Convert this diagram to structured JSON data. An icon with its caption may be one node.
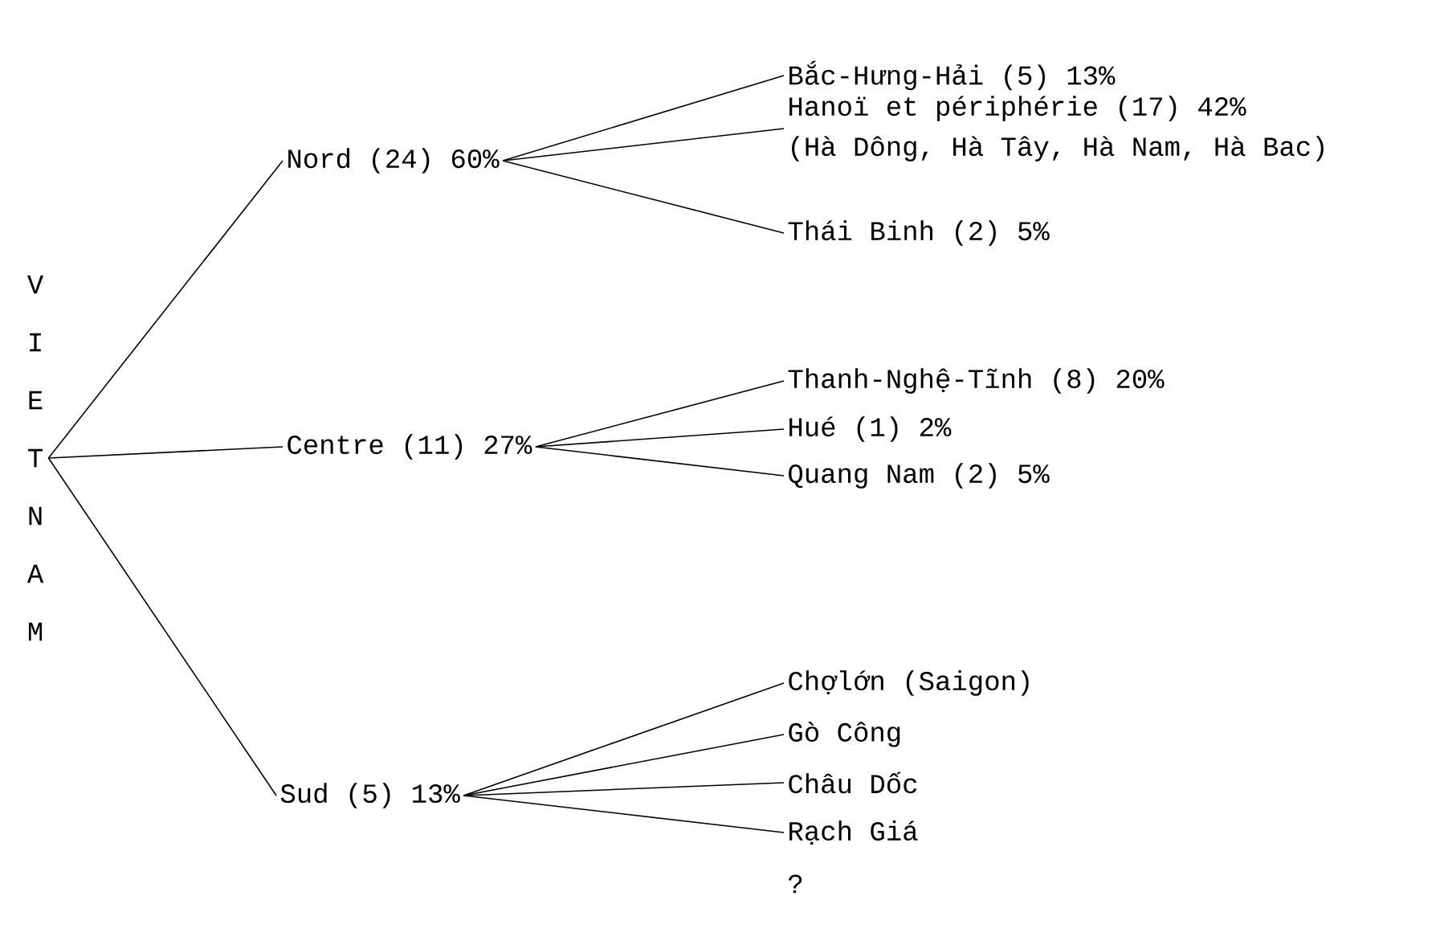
{
  "diagram": {
    "nodes": [
      {
        "text": [
          "V I E T N A M"
        ]
      },
      {
        "text": [
          "Nord (24) 60%"
        ]
      },
      {
        "text": [
          "Centre (11) 27%"
        ]
      },
      {
        "text": [
          "Sud (5) 13%"
        ]
      },
      {
        "text": [
          "Bắc-Hưng-Hải (5) 13%"
        ]
      },
      {
        "text": [
          "Hanoï et périphérie (17) 42%",
          "(Hà Dông, Hà Tây, Hà Nam, Hà Bac)"
        ]
      },
      {
        "text": [
          "Thái Binh (2) 5%"
        ]
      },
      {
        "text": [
          "Thanh-Nghệ-Tĩnh (8) 20%"
        ]
      },
      {
        "text": [
          "Hué (1) 2%"
        ]
      },
      {
        "text": [
          "Quang Nam (2) 5%"
        ]
      },
      {
        "text": [
          "Chợlớn (Saigon)"
        ]
      },
      {
        "text": [
          "Gò Công"
        ]
      },
      {
        "text": [
          "Châu Dốc"
        ]
      },
      {
        "text": [
          "Rạch Giá"
        ]
      }
    ],
    "edges": [
      {
        "from": 0,
        "to": 1,
        "arrow": "none"
      },
      {
        "from": 0,
        "to": 2,
        "arrow": "none"
      },
      {
        "from": 0,
        "to": 3,
        "arrow": "none"
      },
      {
        "from": 1,
        "to": 4,
        "arrow": "none"
      },
      {
        "from": 1,
        "to": 5,
        "arrow": "none"
      },
      {
        "from": 1,
        "to": 6,
        "arrow": "none"
      },
      {
        "from": 2,
        "to": 7,
        "arrow": "none"
      },
      {
        "from": 2,
        "to": 8,
        "arrow": "none"
      },
      {
        "from": 2,
        "to": 9,
        "arrow": "none"
      },
      {
        "from": 3,
        "to": 10,
        "arrow": "none"
      },
      {
        "from": 3,
        "to": 11,
        "arrow": "none"
      },
      {
        "from": 3,
        "to": 12,
        "arrow": "none"
      },
      {
        "from": 3,
        "to": 13,
        "arrow": "none"
      }
    ],
    "labels": [
      "?"
    ]
  }
}
